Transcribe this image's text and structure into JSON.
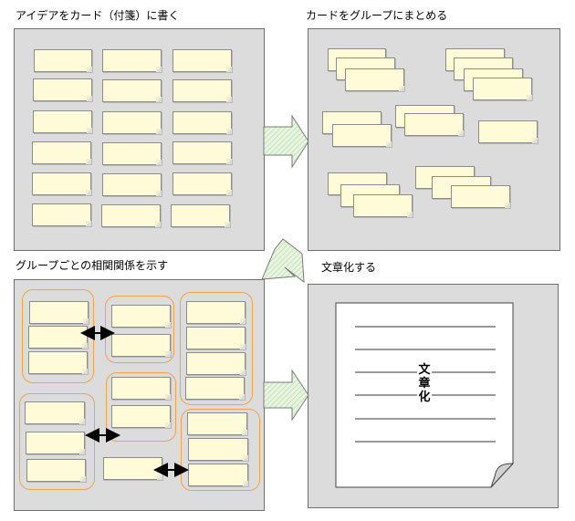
{
  "steps": {
    "step1_title": "アイデアをカード（付箋）に書く",
    "step2_title": "カードをグループにまとめる",
    "step3_title": "グループごとの相関関係を示す",
    "step4_title": "文章化する"
  },
  "document": {
    "text_line1": "文",
    "text_line2": "章",
    "text_line3": "化"
  },
  "colors": {
    "panel_bg": "#dcdcdc",
    "card_fill": "#fffbd8",
    "group_border": "#f2a24a",
    "arrow_fill": "#e3f3dc"
  }
}
